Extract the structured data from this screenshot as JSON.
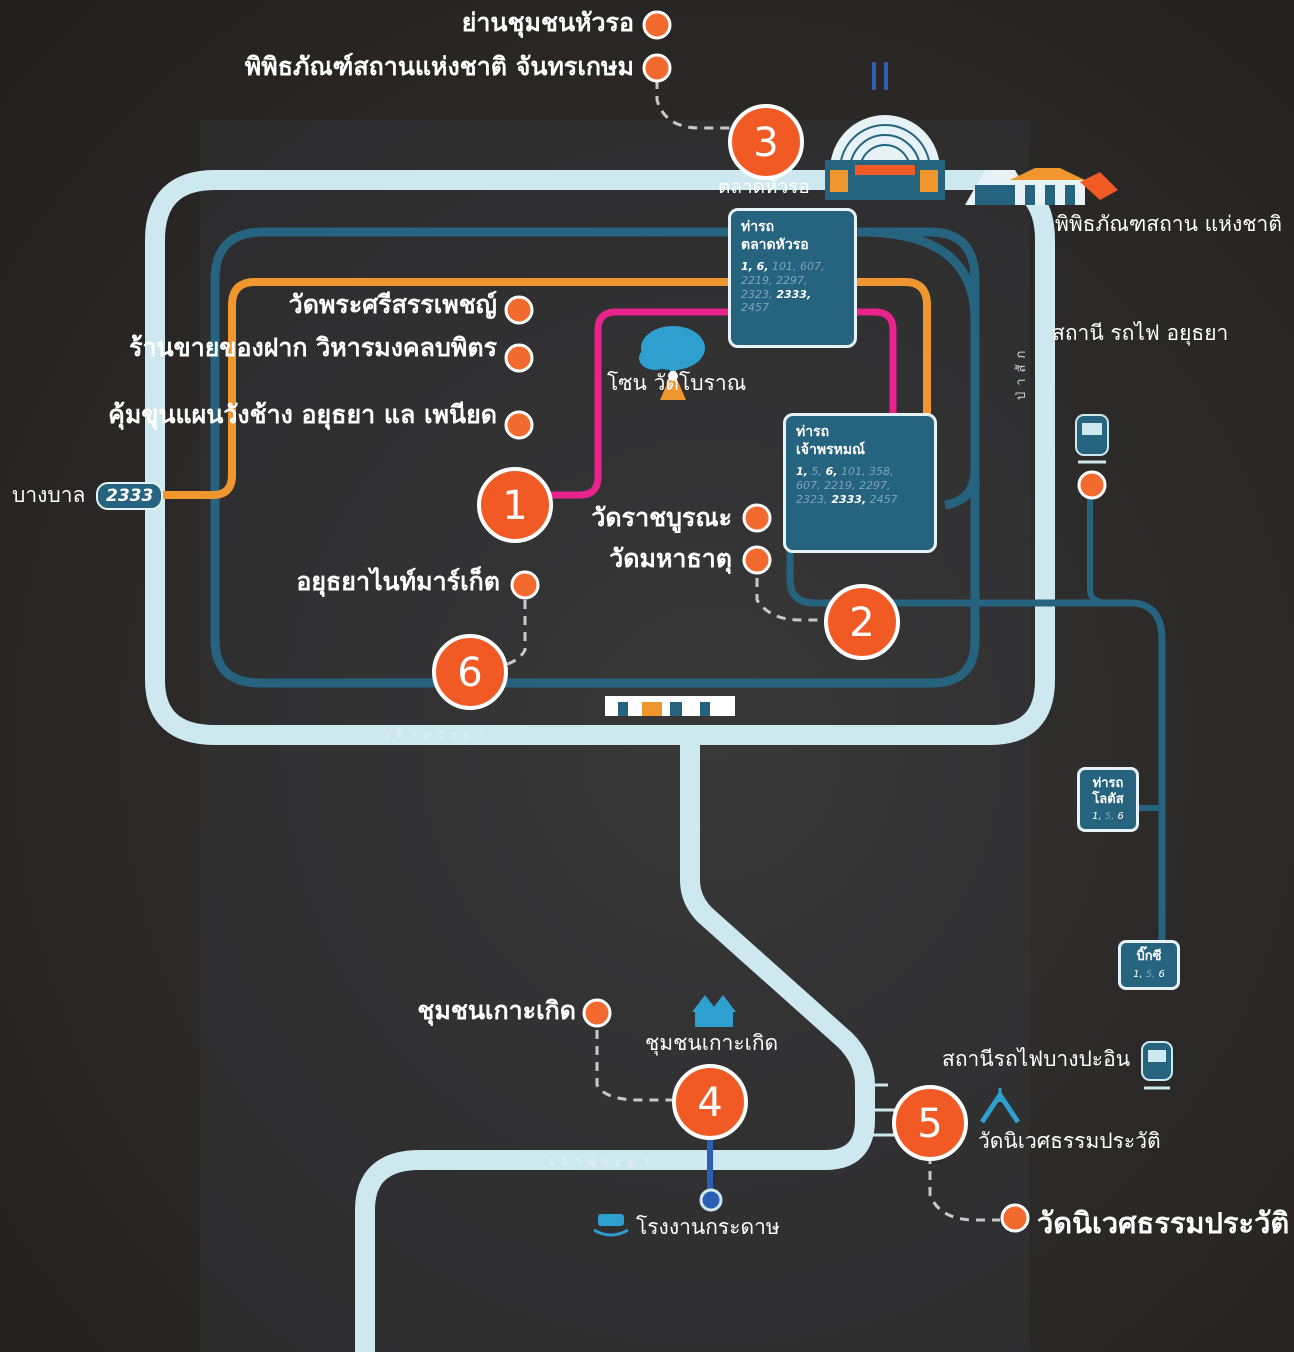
{
  "colors": {
    "river": "#cde9ef",
    "route_blue": "#26637f",
    "route_orange": "#f0962e",
    "route_pink": "#e8238e",
    "stop_orange": "#f26a2d",
    "node_orange": "#f15a24"
  },
  "nodes": [
    {
      "id": "1",
      "label": "1"
    },
    {
      "id": "2",
      "label": "2"
    },
    {
      "id": "3",
      "label": "3"
    },
    {
      "id": "4",
      "label": "4"
    },
    {
      "id": "5",
      "label": "5"
    },
    {
      "id": "6",
      "label": "6"
    }
  ],
  "places": {
    "yan_chumchon": "ย่านชุมชนหัวรอ",
    "museum_chan_1": "พิพิธภัณฑ์สถานแห่งชาติ",
    "museum_chan_2": "จันทรเกษม",
    "talat_huaro": "ตลาดหัวรอ",
    "museum_national_1": "พิพิธภัณฑสถาน",
    "museum_national_2": "แห่งชาติ",
    "wat_phrasi": "วัดพระศรีสรรเพชญ์",
    "shop_1": "ร้านขายของฝาก",
    "shop_2": "วิหารมงคลบพิตร",
    "khum_1": "คุ้มขุนแผนวังช้าง",
    "khum_2": "อยุธยา แล เพนียด",
    "zone_1": "โซน",
    "zone_2": "วัดโบราณ",
    "wat_ratcha": "วัดราชบูรณะ",
    "wat_mahathat": "วัดมหาธาตุ",
    "night_market": "อยุธยาไนท์มาร์เก็ต",
    "station_1": "สถานี",
    "station_2": "รถไฟ",
    "station_3": "อยุธยา",
    "bang_ban": "บางบาล",
    "ko_koet_stop": "ชุมชนเกาะเกิด",
    "ko_koet_icon": "ชุมชนเกาะเกิด",
    "bangpain_station": "สถานีรถไฟบางปะอิน",
    "wat_niwet_icon": "วัดนิเวศธรรมประวัติ",
    "wat_niwet_title": "วัดนิเวศธรรมประวัติ",
    "paper_mill": "โรงงานกระดาษ"
  },
  "route_chip": "2333",
  "rivers": {
    "chao_phraya_top": "เจ้าพระยา",
    "chao_phraya_bottom": "เจ้าพระยา",
    "pa_sak": "ป่าสัก"
  },
  "piers": {
    "talat_huaro": {
      "title_1": "ท่ารถ",
      "title_2": "ตลาดหัวรอ",
      "routes_a": "1, 6,",
      "routes_a_dim": " 101, 607,",
      "routes_b_dim": "2219, 2297,",
      "routes_c_dim": "2323,",
      "routes_c": " 2333,",
      "routes_d_dim": "2457"
    },
    "chao_phrom": {
      "title_1": "ท่ารถ",
      "title_2": "เจ้าพรหมณ์",
      "routes_a": "1,",
      "routes_a_dim": " 5,",
      "routes_a2": " 6,",
      "routes_a2_dim": " 101, 358,",
      "routes_b_dim": "607, 2219, 2297,",
      "routes_c_dim": "2323,",
      "routes_c": " 2333,",
      "routes_d_dim": " 2457"
    },
    "lotus": {
      "title_1": "ท่ารถ",
      "title_2": "โลตัส",
      "routes_a": "1,",
      "routes_dim": " 5,",
      "routes_b": " 6"
    },
    "big_c": {
      "title_1": "บิ๊กซี",
      "routes_a": "1,",
      "routes_dim": " 5,",
      "routes_b": " 6"
    }
  }
}
